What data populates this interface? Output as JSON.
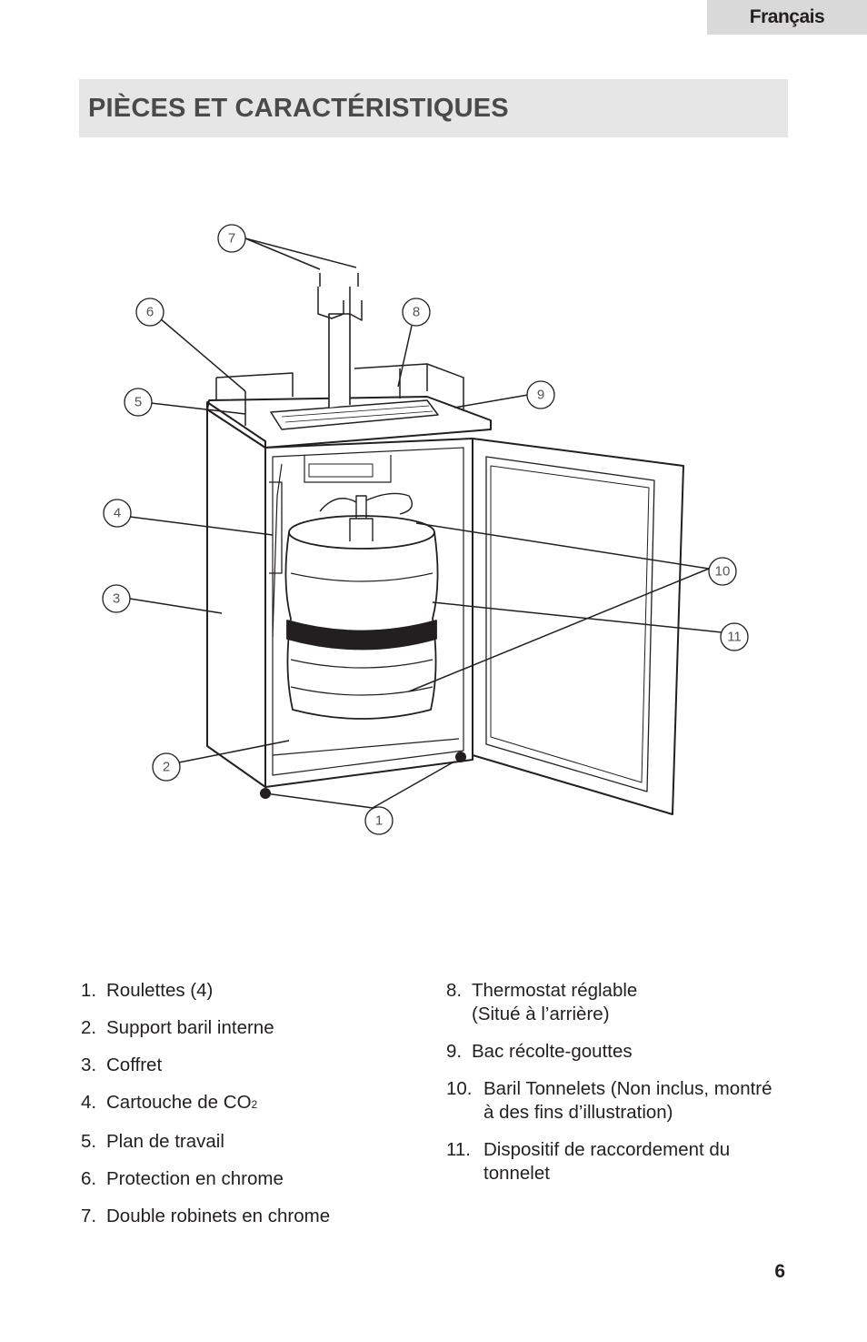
{
  "header": {
    "language_tab": "Français"
  },
  "section": {
    "title": "PIÈCES ET CARACTÉRISTIQUES"
  },
  "diagram": {
    "callouts": [
      "1",
      "2",
      "3",
      "4",
      "5",
      "6",
      "7",
      "8",
      "9",
      "10",
      "11"
    ]
  },
  "parts_left": [
    {
      "num": "1.",
      "text": "Roulettes (4)"
    },
    {
      "num": "2.",
      "text": "Support baril interne"
    },
    {
      "num": "3.",
      "text": "Coffret"
    },
    {
      "num": "4.",
      "text": "Cartouche de CO",
      "sub": "2"
    },
    {
      "num": "5.",
      "text": "Plan de travail"
    },
    {
      "num": "6.",
      "text": "Protection en chrome"
    },
    {
      "num": "7.",
      "text": "Double robinets en chrome"
    }
  ],
  "parts_right": [
    {
      "num": "8.",
      "text": "Thermostat réglable",
      "text2": "(Situé à l’arrière)"
    },
    {
      "num": "9.",
      "text": "Bac récolte-gouttes"
    },
    {
      "num": "10.",
      "text": "Baril Tonnelets (Non inclus, montré",
      "text2": "à des fins d’illustration)"
    },
    {
      "num": "11.",
      "text": "Dispositif de raccordement du",
      "text2": "tonnelet"
    }
  ],
  "footer": {
    "page_number": "6"
  }
}
